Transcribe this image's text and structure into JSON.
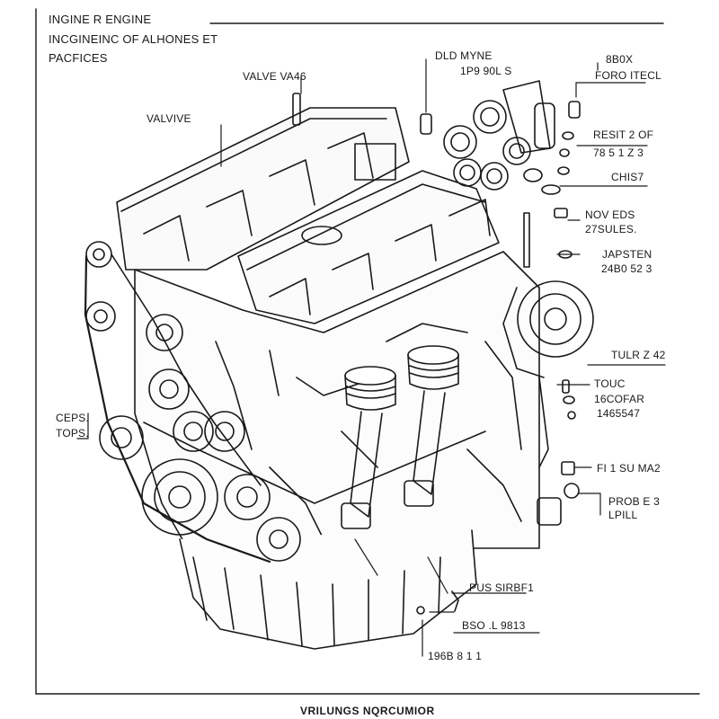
{
  "header": {
    "line1": "INGINE R ENGINE",
    "line2": "INCGINEINC OF ALHONES ET",
    "line3": "PACFICES"
  },
  "footer": {
    "caption": "VRILUNGS NQRCUMIOR"
  },
  "labels": {
    "valve_va": "VALVE VA46",
    "valvive": "VALVIVE",
    "dld_myne": "DLD MYNE",
    "dld_code": "1P9 90L S",
    "box": "8B0X",
    "fordo": "FORO ITECL",
    "resit": "RESIT 2 OF",
    "resit_code": "78 5 1 Z 3",
    "chis": "CHIS7",
    "nov_eds": "NOV EDS",
    "sules": "27SULES.",
    "japsten": "JAPSTEN",
    "japsten_code": "24B0 52 3",
    "tulr": "TULR Z 42",
    "touc": "TOUC",
    "cofar": "16COFAR",
    "num_465": "1465547",
    "fil": "FI 1 SU MA2",
    "prob": "PROB E 3",
    "lpill": "LPILL",
    "ceps": "CEPS.",
    "tops": "TOPS.",
    "pus": "PUS SIRBF1",
    "bso": "BSO .L 9813",
    "num_196": "196B 8 1 1"
  },
  "colors": {
    "ink": "#1a1a1a",
    "paper": "#ffffff"
  }
}
